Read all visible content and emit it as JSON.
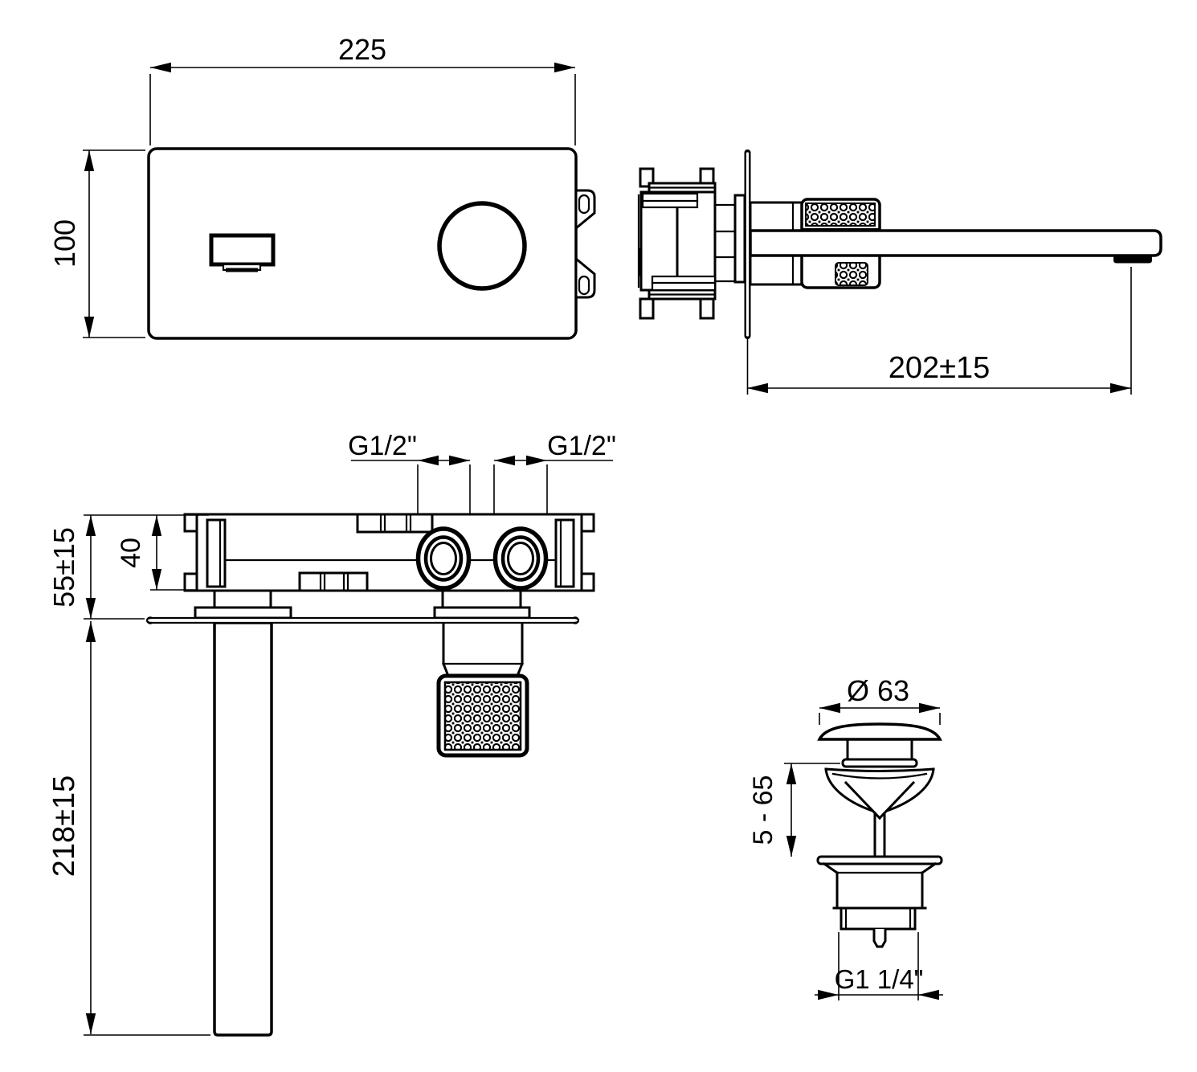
{
  "drawing": {
    "type": "technical-installation-drawing",
    "subject": "wall-mounted basin mixer with pop-up waste",
    "background_color": "#ffffff",
    "line_color": "#000000"
  },
  "labels": {
    "front_width": "225",
    "front_height": "100",
    "spout_reach": "202±15",
    "inlet_left": "G1/2\"",
    "inlet_right": "G1/2\"",
    "body_depth": "40",
    "wall_depth": "55±15",
    "spout_drop": "218±15",
    "drain_cap_diameter": "Ø 63",
    "drain_adjust_range": "5 - 65",
    "drain_thread": "G1 1/4\""
  }
}
